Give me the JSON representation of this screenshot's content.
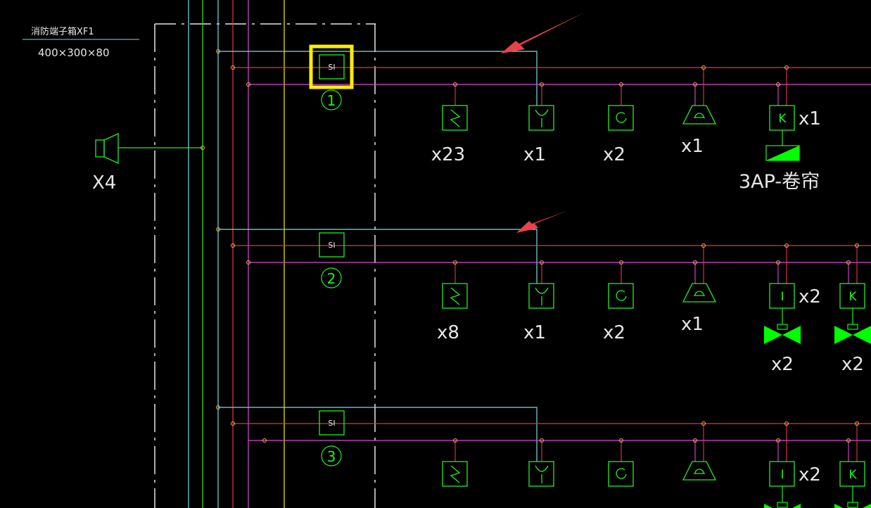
{
  "title_block": {
    "name": "消防端子箱XF1",
    "size": "400×300×80"
  },
  "speaker": {
    "icon": "speaker-icon",
    "label": "X4"
  },
  "colors": {
    "background": "#000000",
    "cyan": "#7fd8e6",
    "red": "#e03a3a",
    "magenta": "#d84ad8",
    "green": "#22ee22",
    "yellow": "#ffee00",
    "bright_green": "#00ff00",
    "highlight": "#ffee00",
    "arrow": "#e8434b",
    "white_dash": "#e6e6e6",
    "node": "#ffaa44"
  },
  "rows": [
    {
      "si_label": "SI",
      "loop_no": "1",
      "highlighted": true,
      "devices": [
        {
          "icon": "smoke-detector-icon",
          "count": "x23"
        },
        {
          "icon": "manual-alarm-button-icon",
          "count": "x1"
        },
        {
          "icon": "heat-detector-icon",
          "count": "x2"
        },
        {
          "icon": "sounder-strobe-icon",
          "count": "x1"
        },
        {
          "icon": "control-module-icon",
          "letter": "K",
          "count": "x1",
          "load": "3AP-卷帘",
          "load_icon": "shutter-icon"
        }
      ]
    },
    {
      "si_label": "SI",
      "loop_no": "2",
      "highlighted": false,
      "devices": [
        {
          "icon": "smoke-detector-icon",
          "count": "x8"
        },
        {
          "icon": "manual-alarm-button-icon",
          "count": "x1"
        },
        {
          "icon": "heat-detector-icon",
          "count": "x2"
        },
        {
          "icon": "sounder-strobe-icon",
          "count": "x1"
        },
        {
          "icon": "input-module-icon",
          "letter": "I",
          "count": "x2",
          "load_count": "x2",
          "load_icon": "valve-icon"
        },
        {
          "icon": "control-module-icon",
          "letter": "K",
          "count": "",
          "load_count": "x2",
          "load_icon": "valve-icon"
        }
      ]
    },
    {
      "si_label": "SI",
      "loop_no": "3",
      "highlighted": false,
      "devices": [
        {
          "icon": "smoke-detector-icon",
          "count": ""
        },
        {
          "icon": "manual-alarm-button-icon",
          "count": ""
        },
        {
          "icon": "heat-detector-icon",
          "count": ""
        },
        {
          "icon": "sounder-strobe-icon",
          "count": ""
        },
        {
          "icon": "input-module-icon",
          "letter": "I",
          "count": "x2",
          "load_icon": "valve-icon"
        },
        {
          "icon": "control-module-icon",
          "letter": "K",
          "count": "",
          "load_icon": "valve-icon"
        }
      ]
    }
  ],
  "annotations": [
    {
      "icon": "arrow-annotation-icon",
      "target": "row-1-cyan-bus"
    },
    {
      "icon": "arrow-annotation-icon",
      "target": "row-2-cyan-bus"
    }
  ]
}
